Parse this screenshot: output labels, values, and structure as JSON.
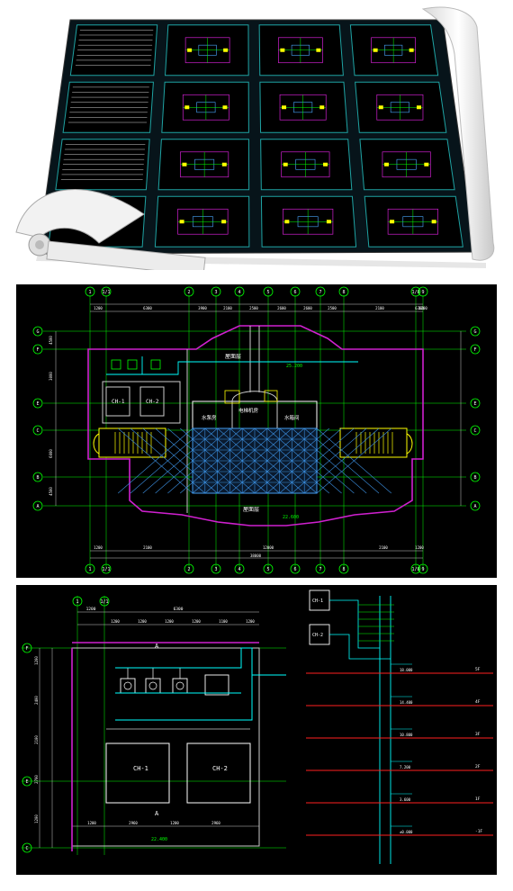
{
  "mid_plan": {
    "grid_top": [
      "1",
      "1/1",
      "2",
      "3",
      "4",
      "5",
      "6",
      "7",
      "8",
      "1/8",
      "9"
    ],
    "grid_bottom": [
      "1",
      "1/1",
      "2",
      "3",
      "4",
      "5",
      "6",
      "7",
      "8",
      "1/8",
      "9"
    ],
    "grid_side": [
      "G",
      "F",
      "E",
      "C",
      "B",
      "A"
    ],
    "top_dims": [
      "1200",
      "6300",
      "3900",
      "2100",
      "2500",
      "2600",
      "2600",
      "2500",
      "2100",
      "6300",
      "1200"
    ],
    "bottom_dims": [
      "1200",
      "2100",
      "12000",
      "2100",
      "1200"
    ],
    "bottom_total": "38000",
    "side_dims": [
      "4500",
      "3000",
      "6000",
      "4500"
    ],
    "labels": {
      "room_top": "屋面层",
      "room_bottom": "屋面层",
      "center_label": "电梯机房",
      "left_unit_1": "CH-1",
      "left_unit_2": "CH-2",
      "right_label": "水箱间",
      "left_room": "水泵房",
      "level_1": "25.200",
      "level_2": "22.600"
    }
  },
  "bot_plan": {
    "grid_top": [
      "1",
      "1/1"
    ],
    "dims_top": [
      "1200",
      "6300"
    ],
    "dims_sub": [
      "1200",
      "1200",
      "1200",
      "1200",
      "1100",
      "1200"
    ],
    "grid_side": [
      "F",
      "E",
      "C"
    ],
    "side_dims": [
      "1200",
      "2400",
      "2100",
      "2700",
      "1200"
    ],
    "bottom_dims": [
      "1200",
      "2960",
      "1200",
      "2960"
    ],
    "units": [
      "CH-1",
      "CH-2"
    ],
    "section_mark": "A",
    "level": "22.400"
  },
  "riser": {
    "units": [
      "CH-1",
      "CH-2"
    ],
    "floors": [
      "5F",
      "4F",
      "3F",
      "2F",
      "1F",
      "-1F"
    ],
    "levels": [
      "18.000",
      "14.400",
      "10.800",
      "7.200",
      "3.600",
      "±0.000"
    ]
  }
}
